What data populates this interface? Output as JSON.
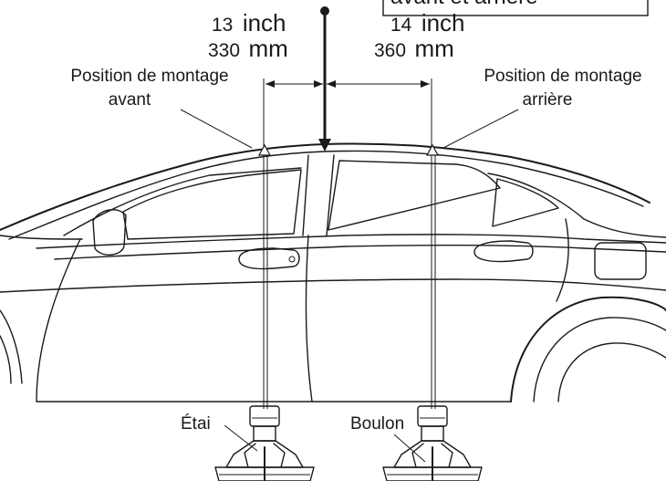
{
  "colors": {
    "ink": "#1a1a1a",
    "background": "#ffffff"
  },
  "callout": {
    "text": "avant et arrière"
  },
  "dimensions": {
    "front": {
      "inch_value": "13",
      "inch_unit": "inch",
      "mm_value": "330",
      "mm_unit": "mm"
    },
    "rear": {
      "inch_value": "14",
      "inch_unit": "inch",
      "mm_value": "360",
      "mm_unit": "mm"
    }
  },
  "labels": {
    "front_position_line1": "Position de montage",
    "front_position_line2": "avant",
    "rear_position_line1": "Position de montage",
    "rear_position_line2": "arrière",
    "stay": "Étai",
    "bolt": "Boulon"
  }
}
